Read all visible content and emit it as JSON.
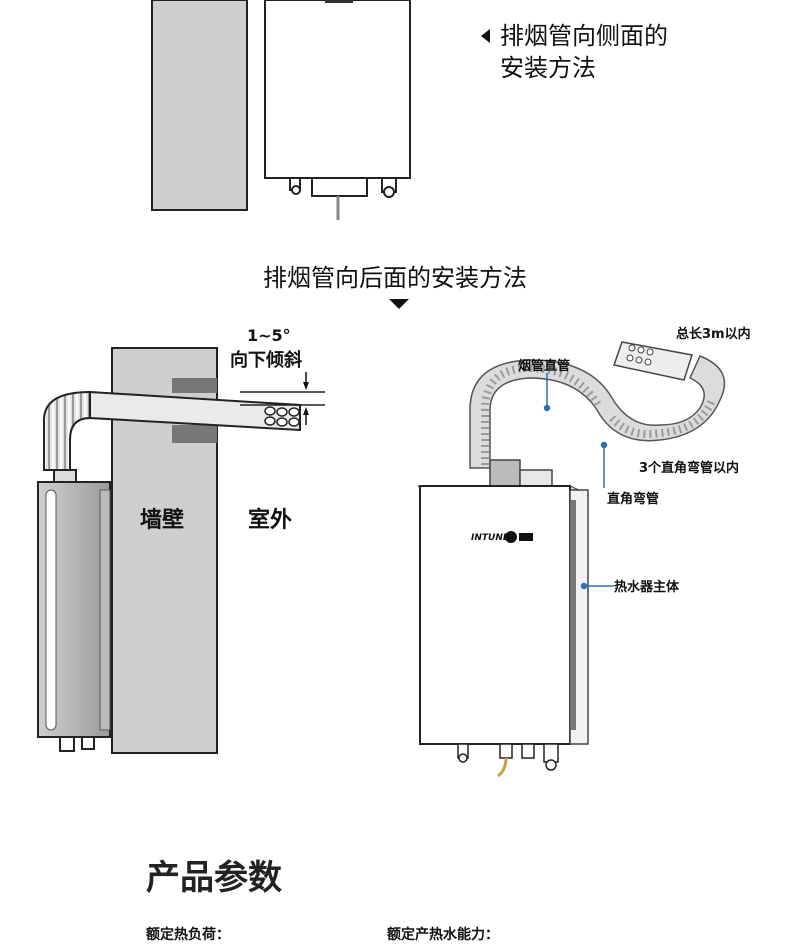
{
  "top_caption": {
    "line1": "排烟管向侧面的",
    "line2": "安装方法"
  },
  "back_caption": "排烟管向后面的安装方法",
  "left_diagram": {
    "slope_label": "1~5°",
    "slope_desc": "向下倾斜",
    "wall_label": "墙壁",
    "outside_label": "室外"
  },
  "right_diagram": {
    "total_length_label": "总长3m以内",
    "straight_pipe_label": "烟管直管",
    "elbow_count_label": "3个直角弯管以内",
    "elbow_label": "直角弯管",
    "heater_body_label": "热水器主体",
    "brand": "INTUNE"
  },
  "params": {
    "title": "产品参数",
    "rated_load_label": "额定热负荷：",
    "rated_hot_water_label": "额定产热水能力："
  },
  "colors": {
    "leader": "#2f6fb3",
    "wall": "#cfcfcf",
    "heater_face": "#3a3a3a"
  }
}
